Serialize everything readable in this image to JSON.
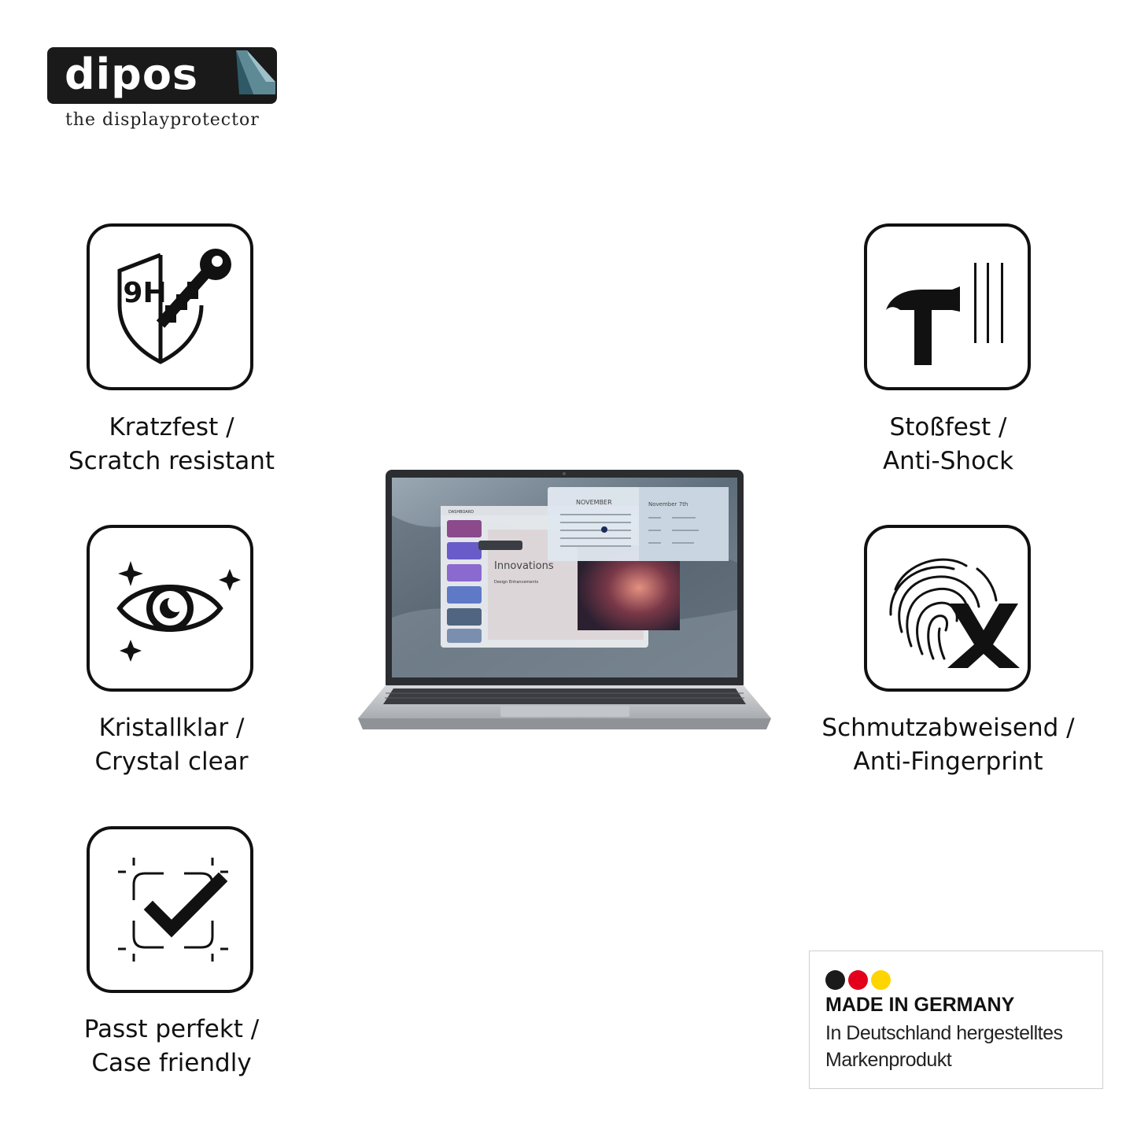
{
  "brand": {
    "name": "dipos",
    "tagline": "the displayprotector"
  },
  "features": [
    {
      "id": "scratch",
      "icon": "shield-key-9h-icon",
      "icon_text": "9H",
      "line1": "Kratzfest /",
      "line2": "Scratch resistant"
    },
    {
      "id": "clear",
      "icon": "eye-sparkle-icon",
      "line1": "Kristallklar /",
      "line2": "Crystal clear"
    },
    {
      "id": "fit",
      "icon": "frame-check-icon",
      "line1": "Passt perfekt /",
      "line2": "Case friendly"
    },
    {
      "id": "shock",
      "icon": "hammer-icon",
      "line1": "Stoßfest /",
      "line2": "Anti-Shock"
    },
    {
      "id": "fingerprint",
      "icon": "fingerprint-x-icon",
      "line1": "Schmutzabweisend /",
      "line2": "Anti-Fingerprint"
    }
  ],
  "product_screen": {
    "calendar_month": "NOVEMBER",
    "calendar_date": "November 7th",
    "window_label": "DASHBOARD",
    "heading": "Innovations",
    "subheading": "Design Enhancements"
  },
  "badge": {
    "title": "MADE IN GERMANY",
    "line1": "In Deutschland hergestelltes",
    "line2": "Markenprodukt",
    "colors": [
      "#1a1a1a",
      "#e3001b",
      "#ffd500"
    ]
  }
}
